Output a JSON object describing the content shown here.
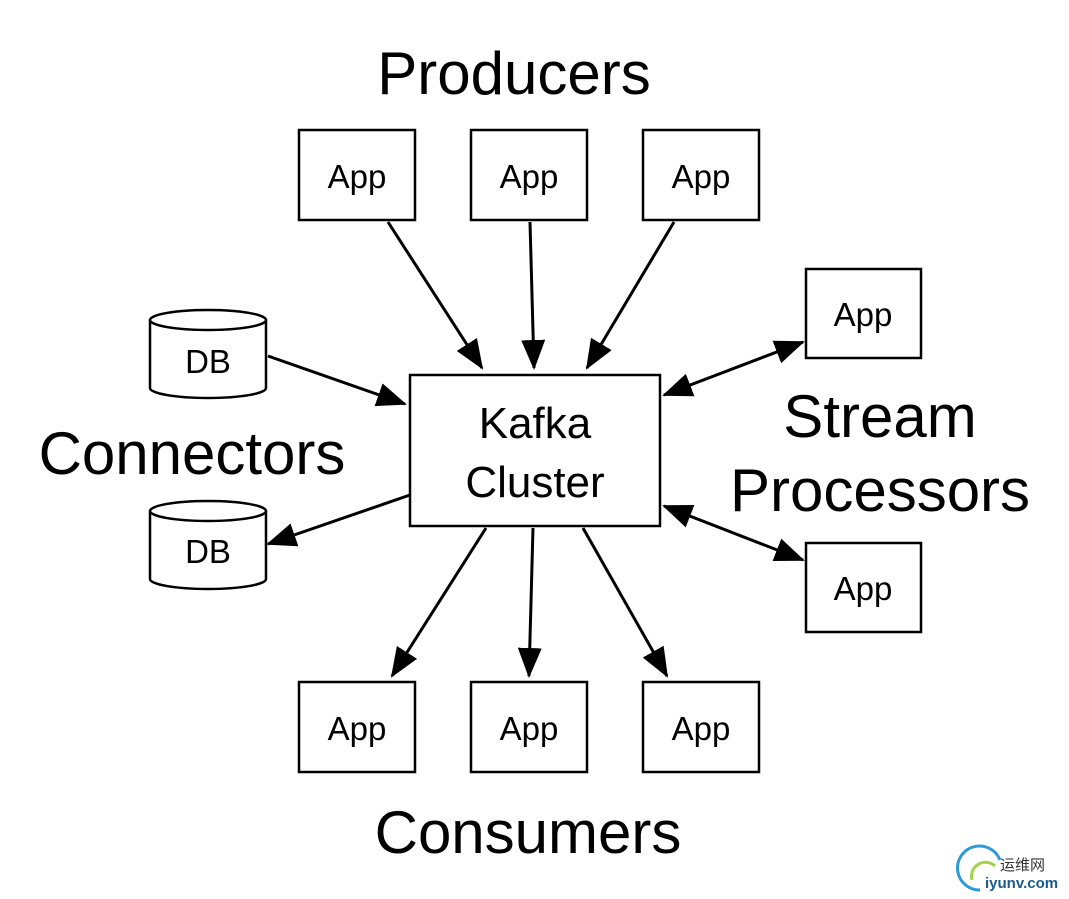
{
  "labels": {
    "producers": "Producers",
    "consumers": "Consumers",
    "connectors": "Connectors",
    "stream_line1": "Stream",
    "stream_line2": "Processors",
    "cluster_line1": "Kafka",
    "cluster_line2": "Cluster"
  },
  "producer_apps": [
    "App",
    "App",
    "App"
  ],
  "consumer_apps": [
    "App",
    "App",
    "App"
  ],
  "stream_apps": [
    "App",
    "App"
  ],
  "databases": [
    "DB",
    "DB"
  ],
  "watermark": {
    "cn": "运维网",
    "en": "iyunv.com",
    "color": "#2e9ad6"
  }
}
